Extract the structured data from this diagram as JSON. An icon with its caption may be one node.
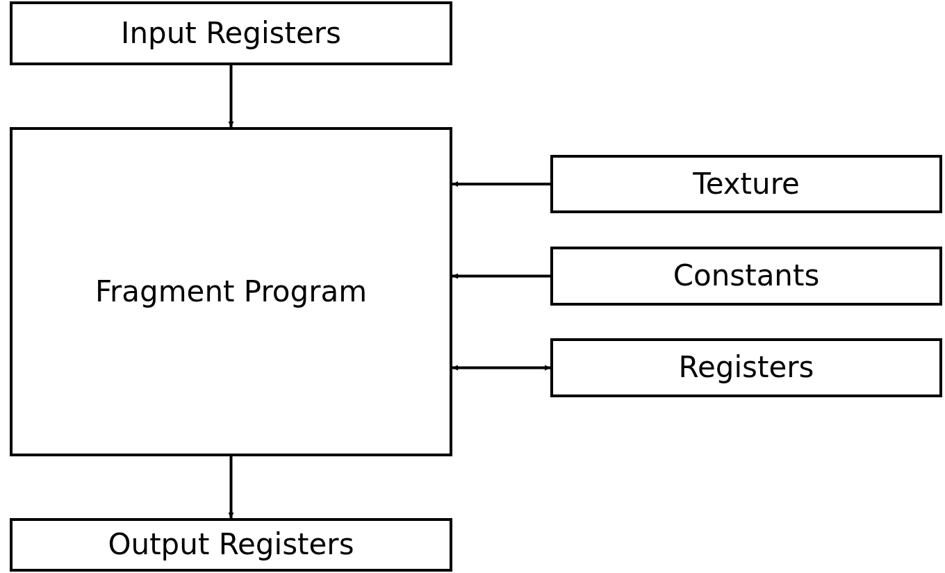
{
  "diagram": {
    "nodes": [
      {
        "text": [
          "Input Registers"
        ]
      },
      {
        "text": [
          "Fragment Program"
        ]
      },
      {
        "text": [
          "Texture"
        ]
      },
      {
        "text": [
          "Constants"
        ]
      },
      {
        "text": [
          "Registers"
        ]
      },
      {
        "text": [
          "Output Registers"
        ]
      }
    ],
    "edges": [
      {
        "from": 0,
        "to": 1,
        "arrow": "to"
      },
      {
        "from": 2,
        "to": 1,
        "arrow": "to"
      },
      {
        "from": 3,
        "to": 1,
        "arrow": "to"
      },
      {
        "from": 1,
        "to": 4,
        "arrow": "both"
      },
      {
        "from": 1,
        "to": 5,
        "arrow": "to"
      }
    ]
  }
}
